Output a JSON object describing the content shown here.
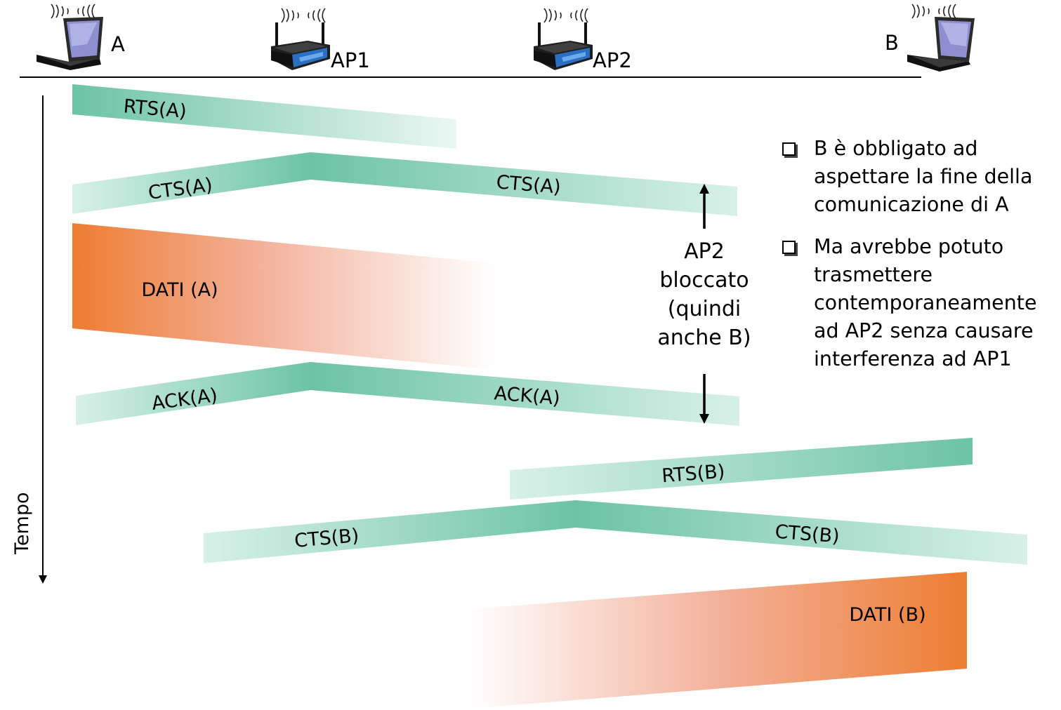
{
  "nodes": [
    {
      "name": "A",
      "kind": "laptop"
    },
    {
      "name": "AP1",
      "kind": "router"
    },
    {
      "name": "AP2",
      "kind": "router"
    },
    {
      "name": "B",
      "kind": "laptop"
    }
  ],
  "time_axis_label": "Tempo",
  "frames": {
    "rts_a": "RTS(A)",
    "cts_a_left": "CTS(A)",
    "cts_a_right": "CTS(A)",
    "dati_a": "DATI (A)",
    "ack_a_left": "ACK(A)",
    "ack_a_right": "ACK(A)",
    "rts_b": "RTS(B)",
    "cts_b_left": "CTS(B)",
    "cts_b_right": "CTS(B)",
    "dati_b": "DATI (B)"
  },
  "blocked_note": [
    "AP2",
    "bloccato",
    "(quindi",
    "anche B)"
  ],
  "bullets": [
    "B è obbligato ad aspettare la fine della comunicazione di A",
    "Ma avrebbe potuto trasmettere contemporaneamente ad AP2 senza causare interferenza ad AP1"
  ],
  "colors": {
    "control_frame": "#6cc3a6",
    "control_frame_light": "#dff3ec",
    "data_frame": "#ed7d31",
    "axis": "#000000"
  },
  "icons": [
    "laptop-icon",
    "wifi-router-icon",
    "wireless-signal-icon"
  ]
}
